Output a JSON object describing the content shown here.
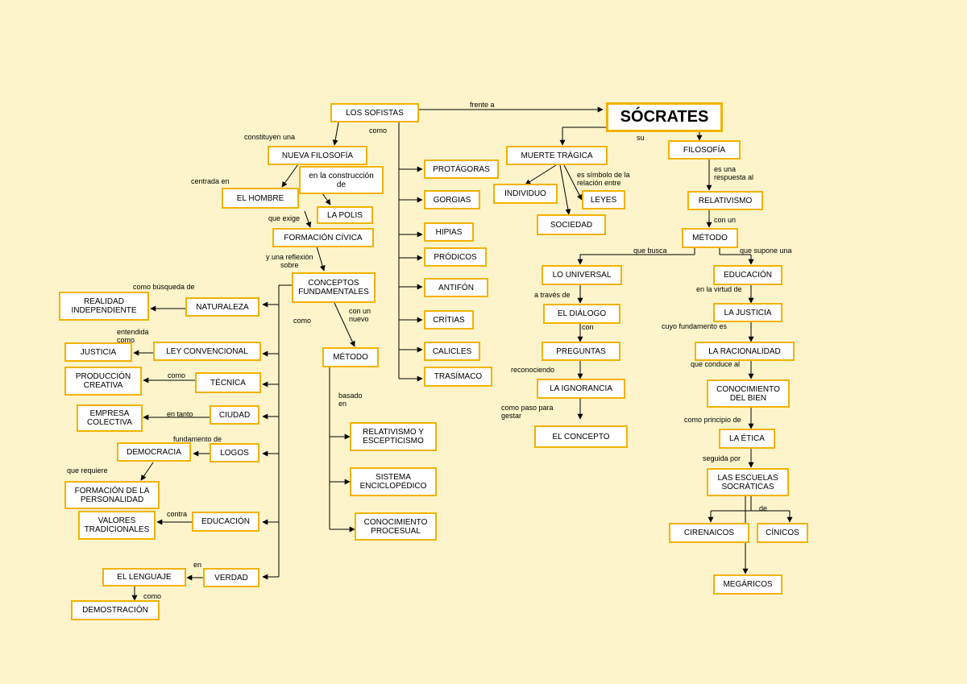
{
  "nodes": {
    "sofistas": "LOS SOFISTAS",
    "socrates": "SÓCRATES",
    "nueva_filosofia": "NUEVA FILOSOFÍA",
    "el_hombre": "EL HOMBRE",
    "construccion": "en la construcción\nde",
    "la_polis": "LA POLIS",
    "formacion_civica": "FORMACIÓN CÍVICA",
    "conceptos": "CONCEPTOS\nFUNDAMENTALES",
    "metodo_sof": "MÉTODO",
    "protagoras": "PROTÁGORAS",
    "gorgias": "GORGIAS",
    "hipias": "HIPIAS",
    "prodicos": "PRÓDICOS",
    "antifon": "ANTIFÓN",
    "critias": "CRÍTIAS",
    "calicles": "CALICLES",
    "trasimaco": "TRASÍMACO",
    "realidad": "REALIDAD\nINDEPENDIENTE",
    "naturaleza": "NATURALEZA",
    "justicia": "JUSTICIA",
    "ley_conv": "LEY CONVENCIONAL",
    "produccion": "PRODUCCIÓN\nCREATIVA",
    "tecnica": "TÉCNICA",
    "empresa": "EMPRESA\nCOLECTIVA",
    "ciudad": "CIUDAD",
    "democracia": "DEMOCRACIA",
    "logos": "LOGOS",
    "formacion_pers": "FORMACIÓN DE LA\nPERSONALIDAD",
    "valores": "VALORES\nTRADICIONALES",
    "educacion_sof": "EDUCACIÓN",
    "lenguaje": "EL LENGUAJE",
    "verdad": "VERDAD",
    "demostracion": "DEMOSTRACIÓN",
    "relativismo_esc": "RELATIVISMO Y\nESCEPTICISMO",
    "sistema": "SISTEMA\nENCICLOPÉDICO",
    "conocimiento_proc": "CONOCIMIENTO\nPROCESUAL",
    "muerte": "MUERTE TRÁGICA",
    "individuo": "INDIVIDUO",
    "leyes": "LEYES",
    "sociedad": "SOCIEDAD",
    "filosofia": "FILOSOFÍA",
    "relativismo": "RELATIVISMO",
    "metodo_soc": "MÉTODO",
    "universal": "LO UNIVERSAL",
    "dialogo": "EL DIÁLOGO",
    "preguntas": "PREGUNTAS",
    "ignorancia": "LA IGNORANCIA",
    "concepto": "EL CONCEPTO",
    "educacion_soc": "EDUCACIÓN",
    "la_justicia": "LA JUSTICIA",
    "racionalidad": "LA RACIONALIDAD",
    "conocimiento_bien": "CONOCIMIENTO\nDEL BIEN",
    "etica": "LA ÉTICA",
    "escuelas": "LAS ESCUELAS\nSOCRÁTICAS",
    "cirenaicos": "CIRENAICOS",
    "cinicos": "CÍNICOS",
    "megaricos": "MEGÁRICOS"
  },
  "labels": {
    "frente_a": "frente a",
    "como_top": "como",
    "constituyen": "constituyen una",
    "centrada": "centrada en",
    "que_exige": "que exige",
    "reflexion": "y una reflexión\nsobre",
    "busqueda": "como búsqueda de",
    "como_mid": "como",
    "con_nuevo": "con un\nnuevo",
    "entendida": "entendida\ncomo",
    "como_tec": "como",
    "en_tanto": "en tanto",
    "fundamento": "fundamento de",
    "que_requiere": "que requiere",
    "contra": "contra",
    "en_leng": "en",
    "como_dem": "como",
    "basado": "basado\nen",
    "su": "su",
    "simbolo": "es símbolo de la\nrelación entre",
    "respuesta": "es una\nrespuesta al",
    "con_un": "con un",
    "que_busca": "que busca",
    "supone": "que supone una",
    "traves": "a través de",
    "con_dial": "con",
    "reconociendo": "reconociendo",
    "paso": "como paso para\ngestar",
    "virtud": "en la virtud de",
    "cuyo": "cuyo fundamento es",
    "conduce": "que conduce al",
    "principio": "como principio de",
    "seguida": "seguida por",
    "de_esc": "de"
  },
  "colors": {
    "background": "#fdf4cc",
    "border": "#f2b200",
    "line": "#000000"
  }
}
